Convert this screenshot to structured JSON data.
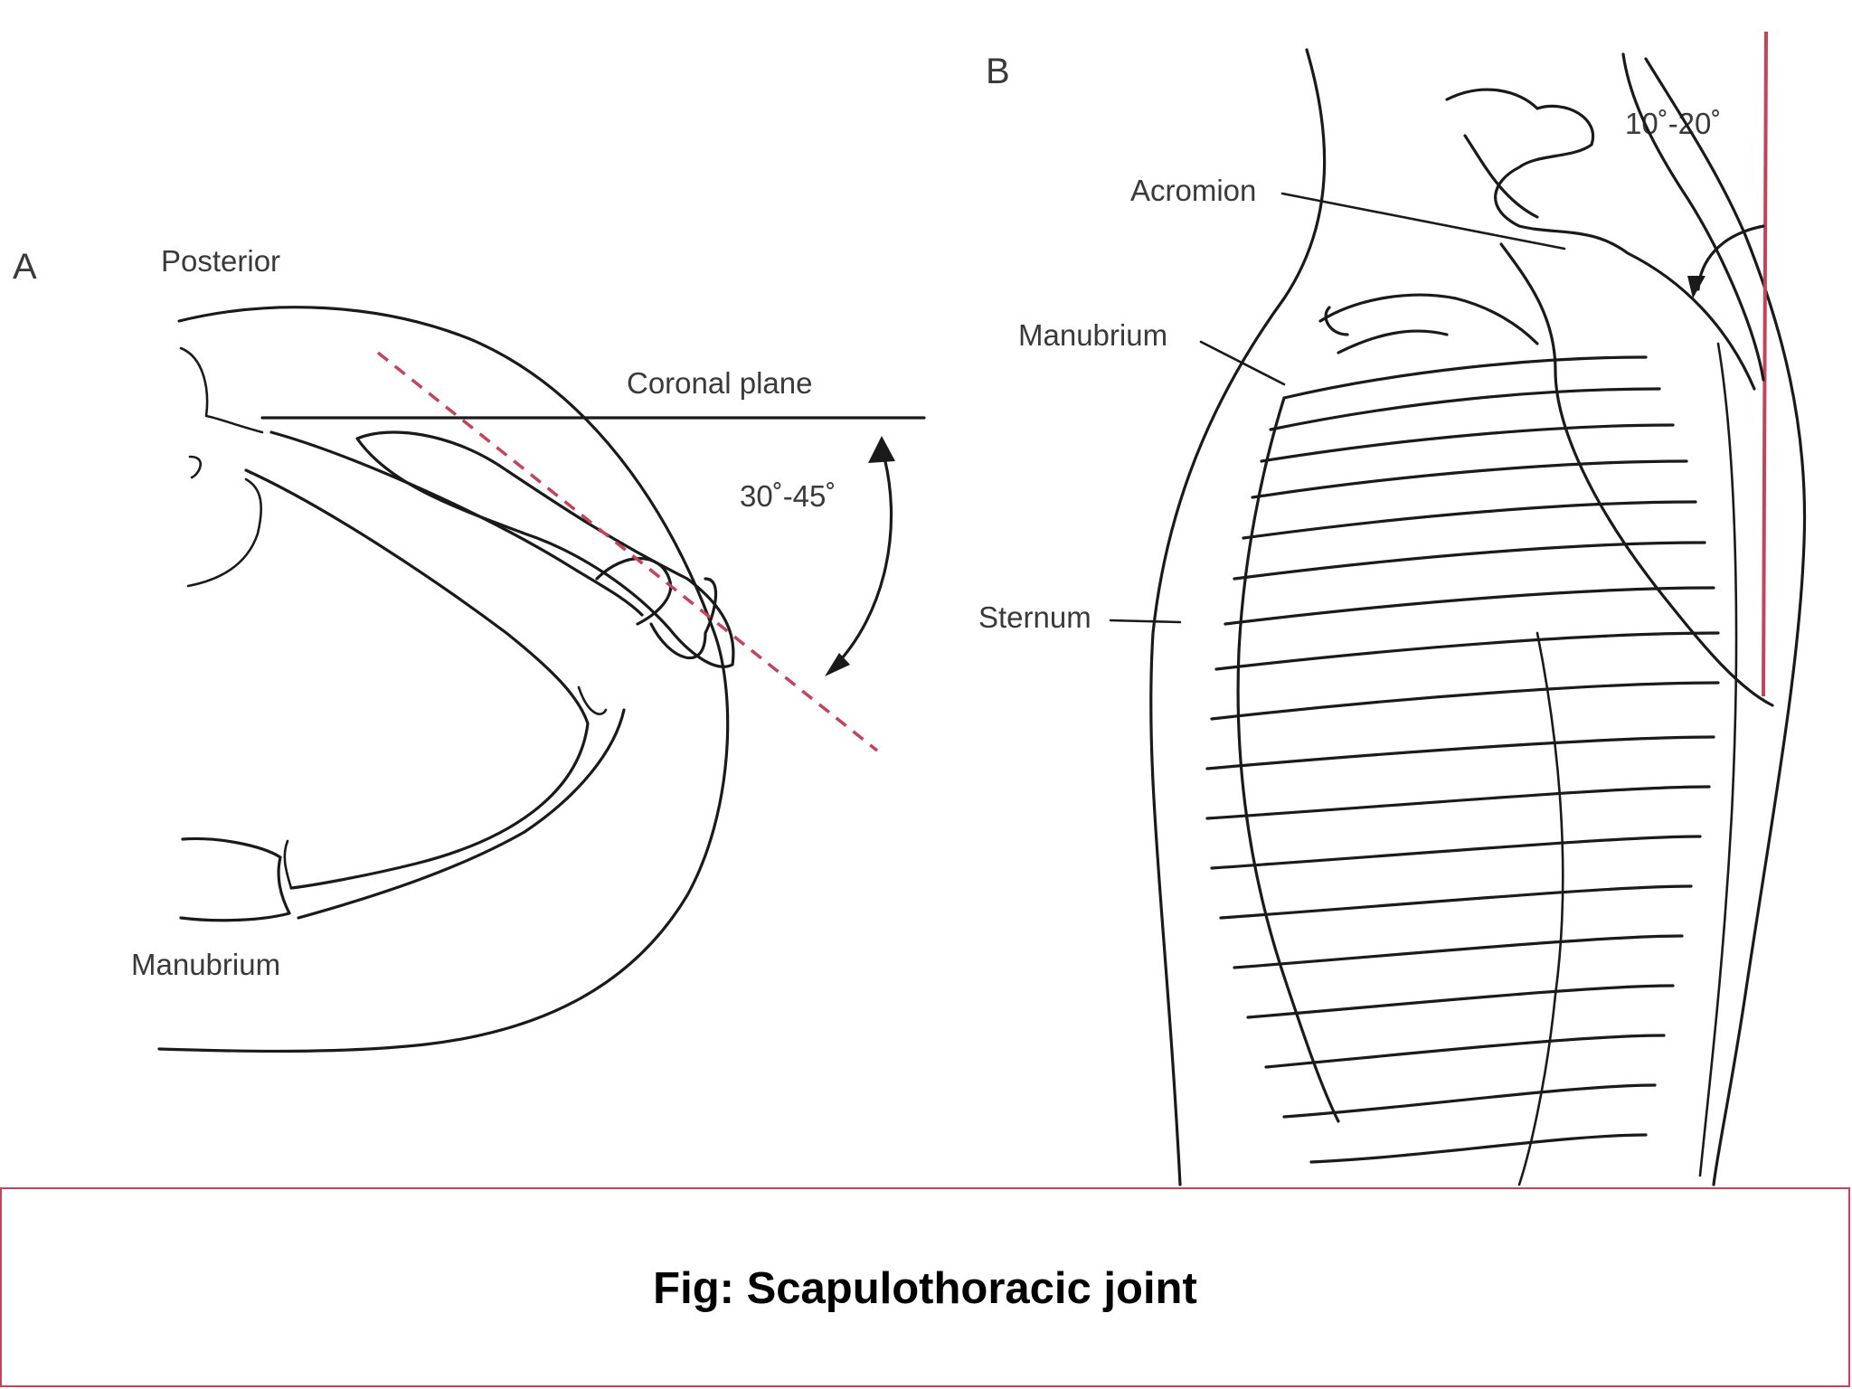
{
  "panels": {
    "a": {
      "label": "A",
      "posterior": "Posterior",
      "coronal_plane": "Coronal plane",
      "angle": "30˚-45˚",
      "manubrium": "Manubrium"
    },
    "b": {
      "label": "B",
      "angle": "10˚-20˚",
      "acromion": "Acromion",
      "manubrium": "Manubrium",
      "sternum": "Sternum"
    }
  },
  "caption": "Fig: Scapulothoracic joint",
  "colors": {
    "accent": "#c3435a",
    "line": "#1a1a1a",
    "text": "#3a3a3a"
  }
}
